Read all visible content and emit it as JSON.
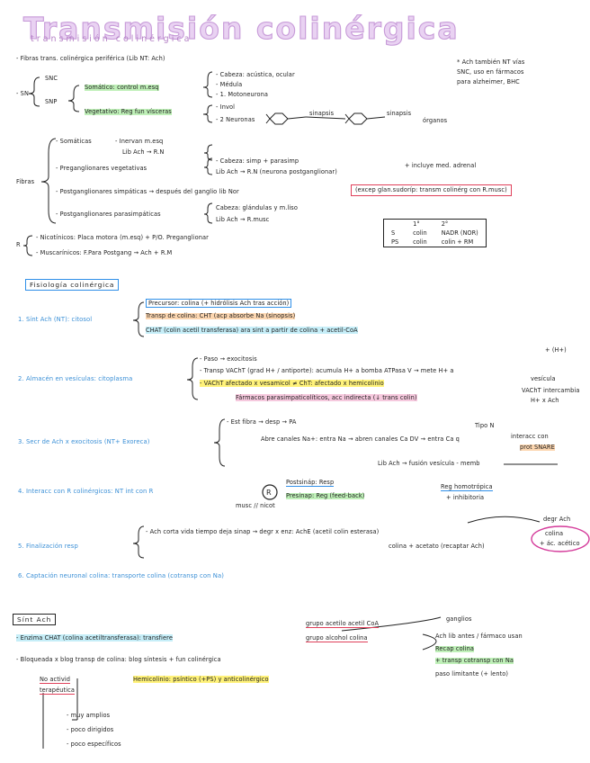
{
  "title": "Transmisión colinérgica",
  "subtitle": "transmisión colinérgica",
  "intro": {
    "line1": "- Fibras trans. colinérgica periférica (Lib NT: Ach)",
    "side_note_1": "* Ach también NT vías",
    "side_note_2": "SNC, uso en fármacos",
    "side_note_3": "para alzheimer, BHC",
    "sn": "- SN",
    "snc": "SNC",
    "snp": "SNP",
    "somatico": "Somático: control m.esq",
    "somatico_items": [
      "- Cabeza: acústica, ocular",
      "- Médula",
      "- 1. Motoneurona"
    ],
    "vegetativo": "Vegetativo: Reg fun vísceras",
    "vegetativo_items": [
      "- Invol",
      "- 2 Neuronas"
    ],
    "sinapsis": "sinapsis",
    "organos": "órganos"
  },
  "fibras": {
    "label": "Fibras",
    "somaticas": "- Somáticas",
    "som_1": "- Inervan m.esq",
    "som_2": "Lib Ach → R.N",
    "pregang": "- Preganglionares vegetativas",
    "preg_1": "- Cabeza: simp + parasimp",
    "preg_2": "Lib Ach → R.N (neurona postganglionar)",
    "preg_3": "+ incluye med. adrenal",
    "postsimp": "- Postganglionares simpáticas → después del ganglio lib Nor",
    "postsimp_box": "(excep glan.sudoríp: transm colinérg con R.musc)",
    "postpara": "- Postganglionares parasimpáticas",
    "postpara_1": "Cabeza: glándulas y m.liso",
    "postpara_2": "Lib Ach → R.musc"
  },
  "receptores": {
    "r": "R",
    "nic": "- Nicotínicos: Placa motora (m.esq) + P/O. Preganglionar",
    "musc": "- Muscarínicos: F.Para Postgang → Ach + R.M"
  },
  "table": {
    "head": [
      "",
      "1°",
      "2°"
    ],
    "rows": [
      [
        "S",
        "colin",
        "NADR (NOR)"
      ],
      [
        "PS",
        "colin",
        "colin + RM"
      ]
    ]
  },
  "fisiologia": {
    "title": "Fisiología colinérgica",
    "s1_label": "1. Sínt Ach (NT): citosol",
    "s1_items": [
      "Precursor: colina (+ hidrólisis Ach tras acción)",
      "Transp de colina: CHT (acp absorbe Na (sinopsis)",
      "CHAT (colin acetil transferasa) ara sint a partir de colina + acetil-CoA"
    ],
    "s2_label": "2. Almacén en vesículas: citoplasma",
    "s2_items": [
      "- Paso → exocitosis",
      "- Transp VAChT (grad H+ / antiporte): acumula H+ a bomba ATPasa V → mete H+ a",
      "- VAChT afectado x vesamicol ≠ ChT: afectado x hemicolinio",
      "Fármacos parasimpaticolíticos, acc indirecta (↓ trans colin)"
    ],
    "s2_side": [
      "+ (H+)",
      "vesícula",
      "VAChT intercambia",
      "H+ x Ach"
    ],
    "s3_label": "3. Secr de Ach x exocitosis (NT+ Exoreca)",
    "s3_items": [
      "- Est fibra → desp → PA",
      "Abre canales Na+: entra Na → abren canales Ca DV → entra Ca q",
      "Lib Ach → fusión vesícula - memb"
    ],
    "s3_side": [
      "Tipo N",
      "interacc con",
      "prot SNARE"
    ],
    "s4_label": "4. Interacc con R colinérgicos: NT int con R",
    "s4_items": [
      "Postsináp: Resp",
      "Presinap: Reg (feed-back)"
    ],
    "s4_side": [
      "Reg homotrópica",
      "+ inhibitoria"
    ],
    "s4_under": "musc // nicot",
    "s5_label": "5. Finalización resp",
    "s5_items": [
      "- Ach corta vida tiempo deja sinap → degr x enz: AchE (acetil colin esterasa)",
      "colina + acetato (recaptar Ach)"
    ],
    "s5_circle": [
      "degr Ach",
      "colina",
      "+ ác. acético"
    ],
    "s6_label": "6. Captación neuronal colina: transporte colina (cotransp con Na)"
  },
  "sint": {
    "title": "Sínt Ach",
    "enzima": "- Enzima CHAT (colina acetiltransferasa): transfiere",
    "acetilo": "grupo acetilo acetil CoA",
    "alcohol": "grupo alcohol colina",
    "bloqueada": "- Bloqueada x blog transp de colina: blog síntesis + fun colinérgica",
    "hemicolinio": "Hemicolinio: psíntico (+PS) y anticolinérgico",
    "no_activid": "No activid",
    "terapeutica": "terapéutica",
    "ganglios": "ganglios",
    "right_1": "Ach lib antes / fármaco usan",
    "right_2": "Recap colina",
    "right_3": "+ transp cotransp con Na",
    "right_4": "paso limitante (+ lento)",
    "list": [
      "- muy amplios",
      "- poco dirigidos",
      "- poco específicos"
    ]
  }
}
